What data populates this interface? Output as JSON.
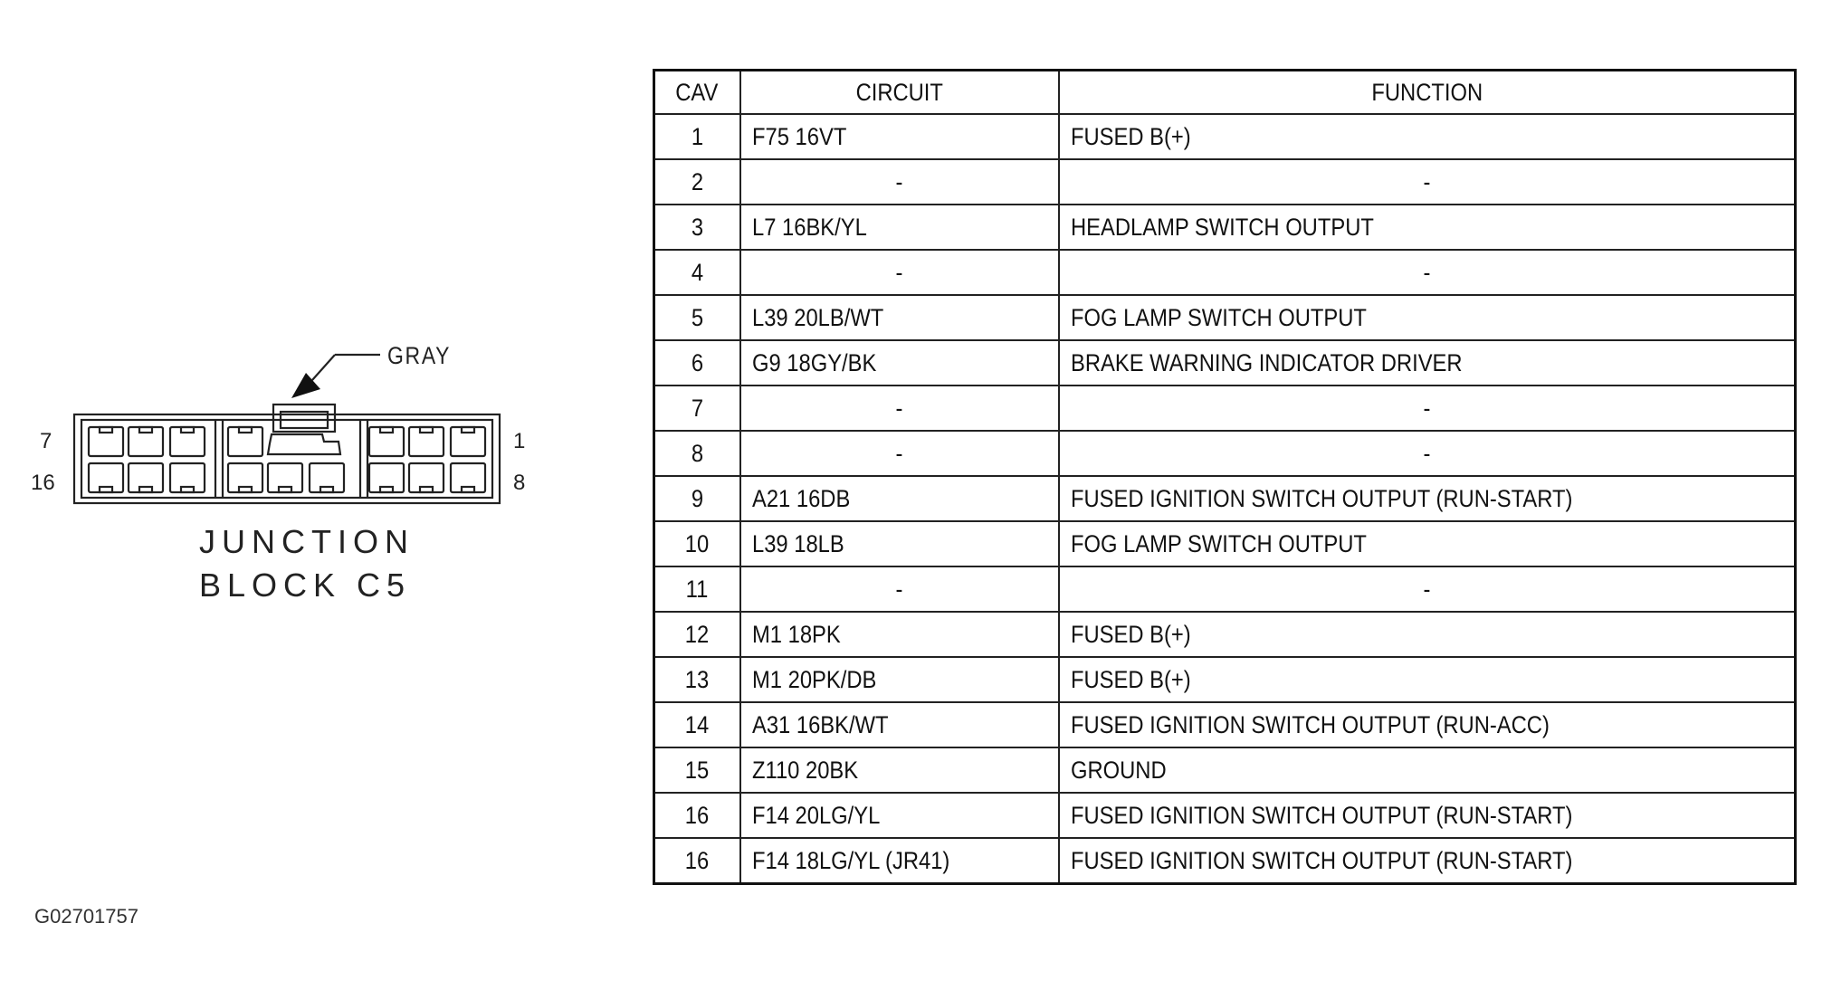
{
  "connector": {
    "callout_label": "GRAY",
    "pin_labels": {
      "top_left": "7",
      "bottom_left": "16",
      "top_right": "1",
      "bottom_right": "8"
    },
    "title_line1": "JUNCTION",
    "title_line2": "BLOCK C5"
  },
  "table": {
    "headers": [
      "CAV",
      "CIRCUIT",
      "FUNCTION"
    ],
    "rows": [
      {
        "cav": "1",
        "circuit": "F75 16VT",
        "function": "FUSED B(+)"
      },
      {
        "cav": "2",
        "circuit": "-",
        "function": "-"
      },
      {
        "cav": "3",
        "circuit": "L7 16BK/YL",
        "function": "HEADLAMP SWITCH OUTPUT"
      },
      {
        "cav": "4",
        "circuit": "-",
        "function": "-"
      },
      {
        "cav": "5",
        "circuit": "L39 20LB/WT",
        "function": "FOG LAMP SWITCH OUTPUT"
      },
      {
        "cav": "6",
        "circuit": "G9 18GY/BK",
        "function": "BRAKE WARNING INDICATOR DRIVER"
      },
      {
        "cav": "7",
        "circuit": "-",
        "function": "-"
      },
      {
        "cav": "8",
        "circuit": "-",
        "function": "-"
      },
      {
        "cav": "9",
        "circuit": "A21 16DB",
        "function": "FUSED IGNITION SWITCH OUTPUT (RUN-START)"
      },
      {
        "cav": "10",
        "circuit": "L39 18LB",
        "function": "FOG LAMP SWITCH OUTPUT"
      },
      {
        "cav": "11",
        "circuit": "-",
        "function": "-"
      },
      {
        "cav": "12",
        "circuit": "M1 18PK",
        "function": "FUSED B(+)"
      },
      {
        "cav": "13",
        "circuit": "M1 20PK/DB",
        "function": "FUSED B(+)"
      },
      {
        "cav": "14",
        "circuit": "A31 16BK/WT",
        "function": "FUSED IGNITION SWITCH OUTPUT (RUN-ACC)"
      },
      {
        "cav": "15",
        "circuit": "Z110 20BK",
        "function": "GROUND"
      },
      {
        "cav": "16",
        "circuit": "F14 20LG/YL",
        "function": "FUSED IGNITION SWITCH OUTPUT (RUN-START)"
      },
      {
        "cav": "16",
        "circuit": "F14 18LG/YL (JR41)",
        "function": "FUSED IGNITION SWITCH OUTPUT (RUN-START)"
      }
    ]
  },
  "figure_id": "G02701757"
}
